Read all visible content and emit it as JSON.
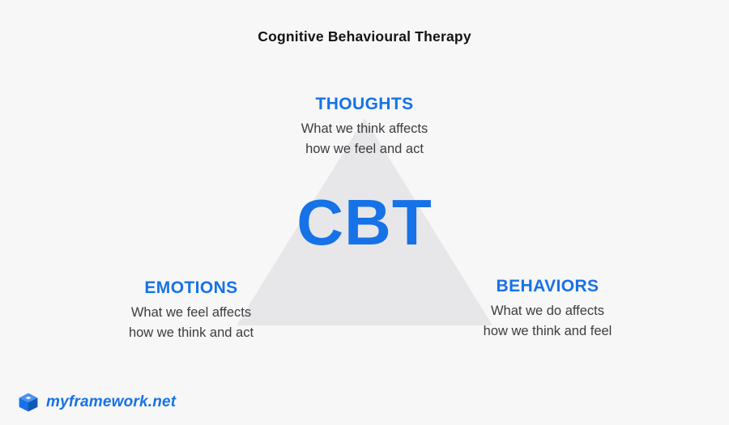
{
  "title": "Cognitive Behavioural Therapy",
  "colors": {
    "accent": "#1672e6",
    "triangle": "#e7e7e9",
    "background": "#f7f7f8",
    "text_dark": "#131315",
    "text_muted": "#3d3d3f"
  },
  "diagram": {
    "center_label": "CBT",
    "nodes": [
      {
        "id": "thoughts",
        "label": "THOUGHTS",
        "desc_line1": "What we think affects",
        "desc_line2": "how we feel and act"
      },
      {
        "id": "emotions",
        "label": "EMOTIONS",
        "desc_line1": "What we feel affects",
        "desc_line2": "how we think and act"
      },
      {
        "id": "behaviors",
        "label": "BEHAVIORS",
        "desc_line1": "What we do affects",
        "desc_line2": "how we think and feel"
      }
    ]
  },
  "footer": {
    "brand": "myframework.net",
    "logo_icon": "cube-icon"
  }
}
